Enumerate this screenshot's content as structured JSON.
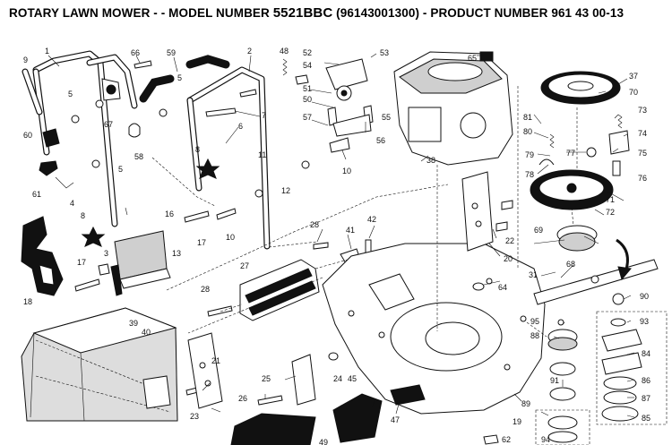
{
  "title": {
    "prefix": "ROTARY LAWN MOWER - - MODEL NUMBER ",
    "model": "5521BBC",
    "suffix": " (96143001300) - PRODUCT NUMBER 961 43 00-13"
  },
  "part_numbers": [
    "1",
    "2",
    "3",
    "4",
    "5",
    "6",
    "7",
    "8",
    "9",
    "10",
    "11",
    "12",
    "13",
    "16",
    "17",
    "18",
    "19",
    "20",
    "21",
    "22",
    "23",
    "24",
    "25",
    "26",
    "27",
    "28",
    "31",
    "37",
    "38",
    "39",
    "40",
    "41",
    "42",
    "45",
    "47",
    "48",
    "49",
    "50",
    "51",
    "52",
    "53",
    "54",
    "55",
    "56",
    "57",
    "58",
    "59",
    "60",
    "61",
    "62",
    "64",
    "65",
    "66",
    "67",
    "68",
    "69",
    "70",
    "71",
    "72",
    "73",
    "74",
    "75",
    "76",
    "77",
    "78",
    "79",
    "80",
    "81",
    "84",
    "85",
    "86",
    "87",
    "88",
    "89",
    "90",
    "91",
    "93",
    "94",
    "95"
  ]
}
